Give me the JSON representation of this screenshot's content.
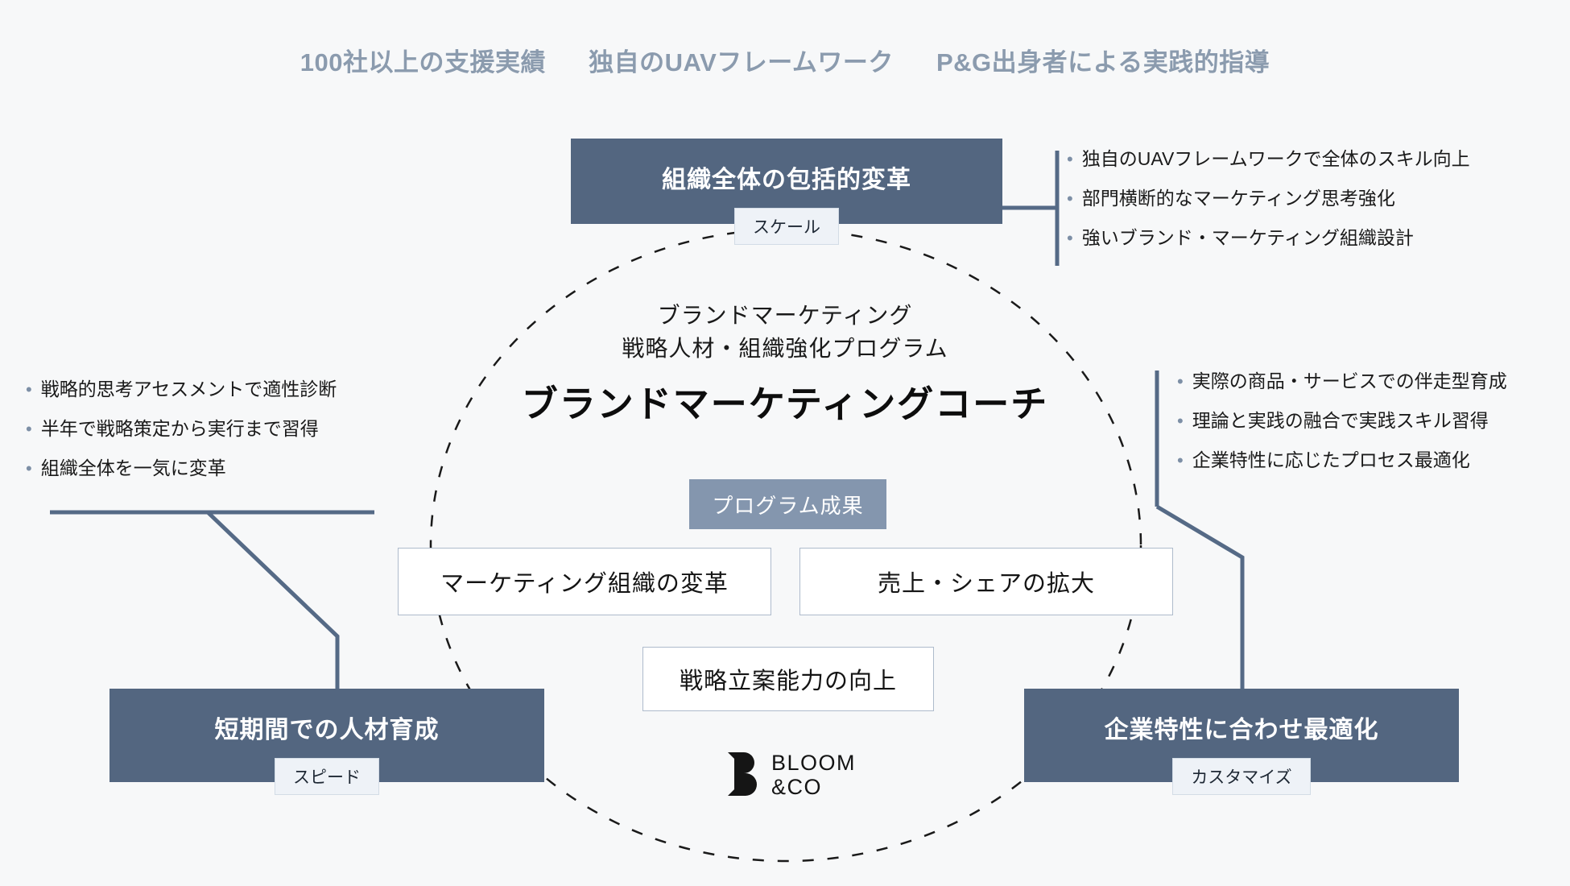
{
  "header": {
    "badges": [
      "100社以上の支援実績",
      "独自のUAVフレームワーク",
      "P&G出身者による実践的指導"
    ]
  },
  "center": {
    "subtitle_line1": "ブランドマーケティング",
    "subtitle_line2": "戦略人材・組織強化プログラム",
    "title": "ブランドマーケティングコーチ"
  },
  "pillars": {
    "top": {
      "title": "組織全体の包括的変革",
      "tag": "スケール"
    },
    "left": {
      "title": "短期間での人材育成",
      "tag": "スピード"
    },
    "right": {
      "title": "企業特性に合わせ最適化",
      "tag": "カスタマイズ"
    }
  },
  "bullets": {
    "top_right": [
      "独自のUAVフレームワークで全体のスキル向上",
      "部門横断的なマーケティング思考強化",
      "強いブランド・マーケティング組織設計"
    ],
    "left": [
      "戦略的思考アセスメントで適性診断",
      "半年で戦略策定から実行まで習得",
      "組織全体を一気に変革"
    ],
    "right": [
      "実際の商品・サービスでの伴走型育成",
      "理論と実践の融合で実践スキル習得",
      "企業特性に応じたプロセス最適化"
    ]
  },
  "outcomes": {
    "badge": "プログラム成果",
    "items": [
      "マーケティング組織の変革",
      "売上・シェアの拡大",
      "戦略立案能力の向上"
    ]
  },
  "logo": {
    "line1": "BLOOM",
    "line2": "&CO"
  },
  "colors": {
    "background": "#f7f8f9",
    "pillar": "#536680",
    "badge": "#8496ae",
    "header_text": "#8b9bae",
    "outcome_border": "#aebbcc",
    "connector": "#556a86"
  }
}
